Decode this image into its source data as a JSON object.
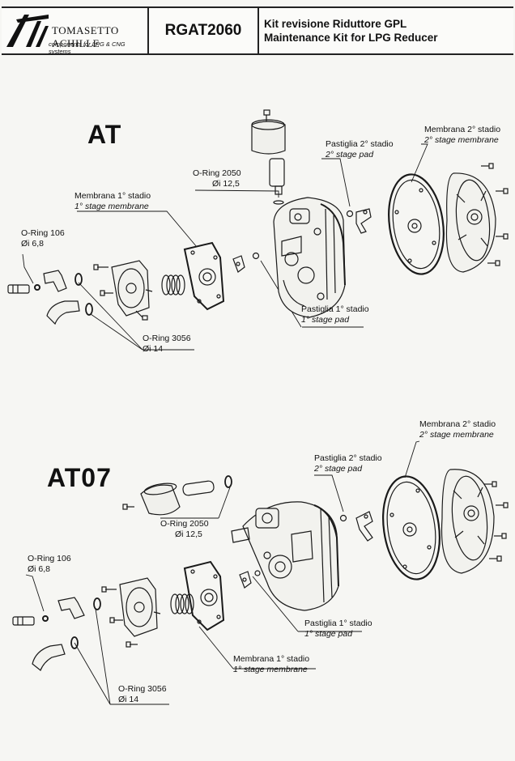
{
  "header": {
    "brand": "TOMASETTO ACHILLE",
    "tagline": "components for LPG & CNG systems",
    "code": "RGAT2060",
    "title_it": "Kit revisione Riduttore GPL",
    "title_en": "Maintenance Kit for LPG Reducer"
  },
  "sections": {
    "at": {
      "title": "AT",
      "labels": {
        "oring2050": {
          "l1": "O-Ring 2050",
          "l2": "Øi 12,5"
        },
        "pad2": {
          "l1": "Pastiglia 2° stadio",
          "l2": "2° stage pad"
        },
        "mem2": {
          "l1": "Membrana 2° stadio",
          "l2": "2° stage membrane"
        },
        "mem1": {
          "l1": "Membrana 1° stadio",
          "l2": "1° stage membrane"
        },
        "oring106": {
          "l1": "O-Ring 106",
          "l2": "Øi 6,8"
        },
        "pad1": {
          "l1": "Pastiglia 1° stadio",
          "l2": "1° stage pad"
        },
        "oring3056": {
          "l1": "O-Ring 3056",
          "l2": "Øi 14"
        }
      }
    },
    "at07": {
      "title": "AT07",
      "labels": {
        "mem2": {
          "l1": "Membrana 2° stadio",
          "l2": "2° stage membrane"
        },
        "pad2": {
          "l1": "Pastiglia 2° stadio",
          "l2": "2° stage pad"
        },
        "oring2050": {
          "l1": "O-Ring 2050",
          "l2": "Øi 12,5"
        },
        "oring106": {
          "l1": "O-Ring 106",
          "l2": "Øi 6,8"
        },
        "pad1": {
          "l1": "Pastiglia 1° stadio",
          "l2": "1° stage pad"
        },
        "mem1": {
          "l1": "Membrana 1° stadio",
          "l2": "1° stage membrane"
        },
        "oring3056": {
          "l1": "O-Ring 3056",
          "l2": "Øi 14"
        }
      }
    }
  }
}
